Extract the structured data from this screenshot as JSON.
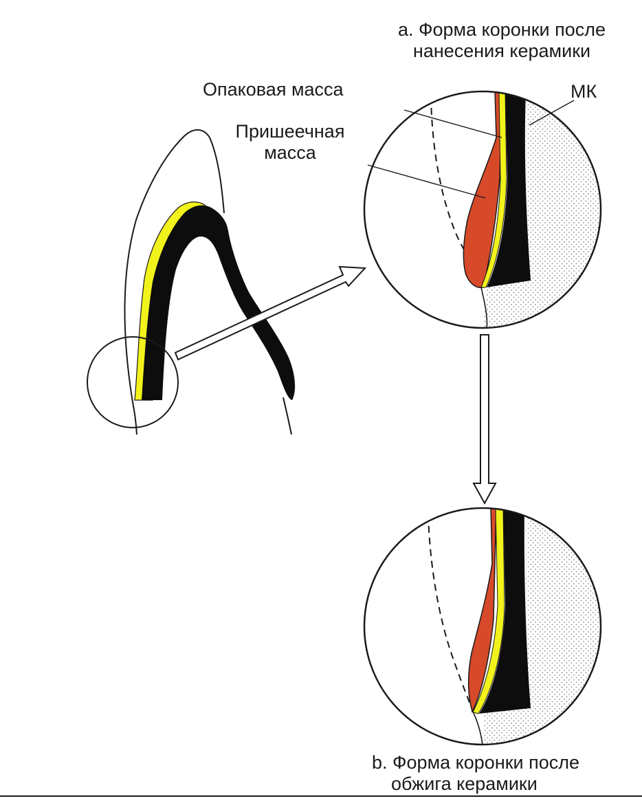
{
  "labels": {
    "caption_a_line1": "a. Форма коронки после",
    "caption_a_line2": "нанесения керамики",
    "opaque_mass": "Опаковая масса",
    "cervical_mass_line1": "Пришеечная",
    "cervical_mass_line2": "масса",
    "mk": "МК",
    "caption_b_line1": "b. Форма коронки после",
    "caption_b_line2": "обжига керамики"
  },
  "colors": {
    "metal_frame": "#0d0d0d",
    "opaque_layer": "#f2f21c",
    "cervical_porcelain": "#d64a2a",
    "tooth_stipple": "#9a9a9a",
    "outline": "#1a1a1a"
  }
}
